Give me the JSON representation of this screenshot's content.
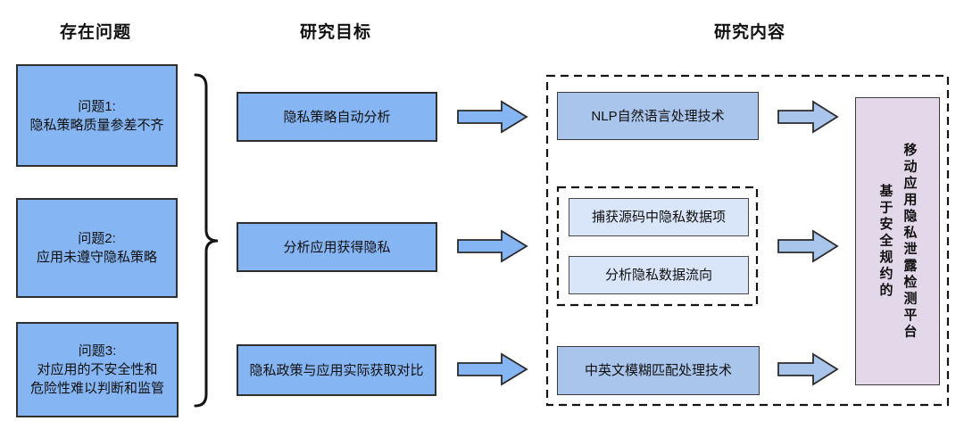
{
  "headers": {
    "problems": "存在问题",
    "goals": "研究目标",
    "content": "研究内容"
  },
  "problems": [
    {
      "lines": [
        "问题1:",
        "隐私策略质量参差不齐"
      ]
    },
    {
      "lines": [
        "问题2:",
        "应用未遵守隐私策略"
      ]
    },
    {
      "lines": [
        "问题3:",
        "对应用的不安全性和",
        "危险性难以判断和监管"
      ]
    }
  ],
  "goals": [
    {
      "label": "隐私策略自动分析"
    },
    {
      "label": "分析应用获得隐私"
    },
    {
      "label": "隐私政策与应用实际获取对比"
    }
  ],
  "content": {
    "nlp": "NLP自然语言处理技术",
    "capture": "捕获源码中隐私数据项",
    "flow": "分析隐私数据流向",
    "fuzzy": "中英文模糊匹配处理技术"
  },
  "platform": {
    "prefix": "基于安全规约的",
    "name": "移动应用隐私泄露检测平台"
  },
  "colors": {
    "box-blue": "#86b5f3",
    "muted-blue": "#aac5ec",
    "light-blue": "#d9e5f8",
    "purple-fill": "#e3d7ea",
    "border-dark": "#2f2f2f"
  }
}
